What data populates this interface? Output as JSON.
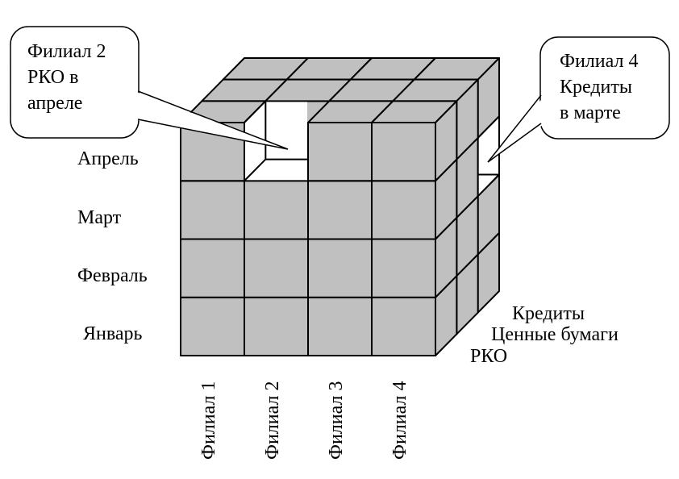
{
  "months": [
    "Январь",
    "Февраль",
    "Март",
    "Апрель"
  ],
  "branches": [
    "Филиал 1",
    "Филиал 2",
    "Филиал 3",
    "Филиал 4"
  ],
  "products": [
    "РКО",
    "Ценные бумаги",
    "Кредиты"
  ],
  "callout_left": {
    "lines": [
      "Филиал 2",
      "РКО в",
      "апреле"
    ]
  },
  "callout_right": {
    "lines": [
      "Филиал 4",
      "Кредиты",
      "в марте"
    ]
  },
  "colors": {
    "cube": "#c0c0c0",
    "stroke": "#000000",
    "hole": "#ffffff"
  },
  "missing_cells": [
    {
      "branch": "Филиал 2",
      "month": "Апрель",
      "product": "РКО"
    },
    {
      "branch": "Филиал 4",
      "month": "Март",
      "product": "Кредиты"
    }
  ]
}
